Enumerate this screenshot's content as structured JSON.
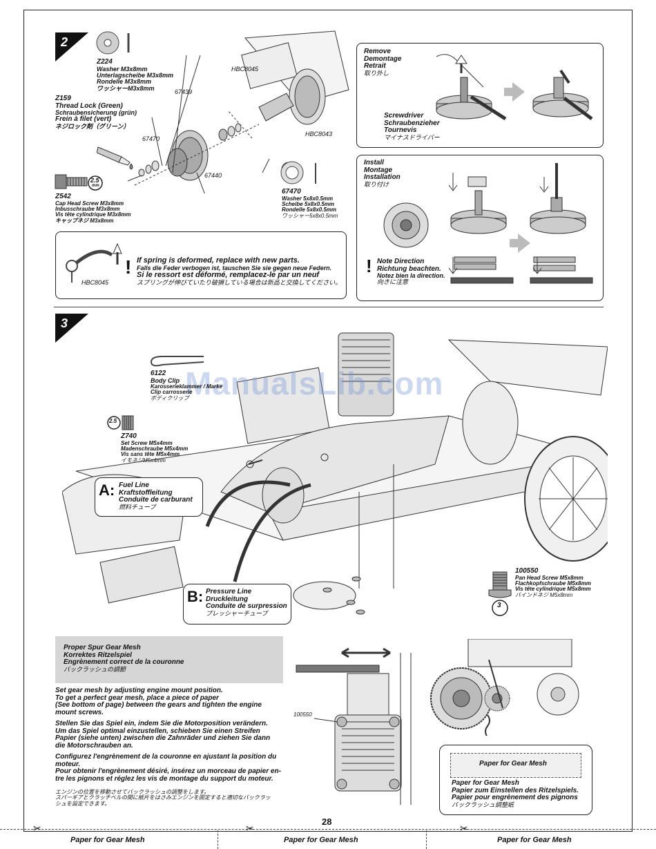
{
  "step2": {
    "number": "2",
    "z224": {
      "code": "Z224",
      "lines": [
        "Washer M3x8mm",
        "Unterlagscheibe M3x8mm",
        "Rondelle M3x8mm",
        "ワッシャーM3x8mm"
      ]
    },
    "z159": {
      "code": "Z159",
      "lines": [
        "Thread Lock (Green)",
        "Schraubensicherung (grün)",
        "Frein à filet (vert)",
        "ネジロック剤（グリーン）"
      ]
    },
    "z542": {
      "code": "Z542",
      "lines": [
        "Cap Head Screw M3x8mm",
        "Inbusschraube M3x8mm",
        "Vis tête cylindrique M3x8mm",
        "キャップネジ M3x8mm"
      ]
    },
    "part_67470": {
      "code": "67470",
      "lines": [
        "Washer 5x8x0.5mm",
        "Scheibe 5x8x0.5mm",
        "Rondelle 5x8x0.5mm",
        "ワッシャー5x8x0.5mm"
      ]
    },
    "callouts": {
      "hbc8045": "HBC8045",
      "hbc8043": "HBC8043",
      "p67439": "67439",
      "p67470": "67470",
      "p67440": "67440",
      "wrench": "2.5",
      "wrench_unit": "mm"
    },
    "spring_note": {
      "ref": "HBC8045",
      "lines": [
        "If spring is deformed, replace with new parts.",
        "Falls die Feder verbogen ist, tauschen Sie sie gegen neue Federn.",
        "Si le ressort est déformé, remplacez-le par un neuf",
        "スプリングが伸びていたり破損している場合は新品と交換してください。"
      ]
    },
    "remove": {
      "title": [
        "Remove",
        "Demontage",
        "Retrait",
        "取り外し"
      ],
      "tool": [
        "Screwdriver",
        "Schraubenzieher",
        "Tournevis",
        "マイナスドライバー"
      ]
    },
    "install": {
      "title": [
        "Install",
        "Montage",
        "Installation",
        "取り付け"
      ],
      "direction": [
        "Note Direction",
        "Richtung beachten.",
        "Notez bien la direction.",
        "向きに注意"
      ]
    }
  },
  "step3": {
    "number": "3",
    "watermark": "ManualsLib.com",
    "body_clip": {
      "code": "6122",
      "lines": [
        "Body Clip",
        "Karosserieklammer / Marke",
        "Clip carrosserie",
        "ボディクリップ"
      ]
    },
    "z740": {
      "code": "Z740",
      "wrench": "2.5",
      "lines": [
        "Set Screw M5x4mm",
        "Madenschraube M5x4mm",
        "Vis sans tête M5x4mm",
        "イモネジM5x4mm"
      ]
    },
    "fuel_line": {
      "letter": "A:",
      "lines": [
        "Fuel Line",
        "Kraftstoffleitung",
        "Conduite de carburant",
        "燃料チューブ"
      ]
    },
    "pressure_line": {
      "letter": "B:",
      "lines": [
        "Pressure Line",
        "Druckleitung",
        "Conduite de surpression",
        "プレッシャーチューブ"
      ]
    },
    "p100550": {
      "code": "100550",
      "wrench": "3",
      "lines": [
        "Pan Head Screw M5x8mm",
        "Flachkopfschraube M5x8mm",
        "Vis tête cylindrique M5x8mm",
        "バインドネジ M5x8mm"
      ]
    }
  },
  "gear_mesh": {
    "header": [
      "Proper Spur Gear Mesh",
      "Korrektes Ritzelspiel",
      "Engrènement correct de la couronne",
      "バックラッシュの調節"
    ],
    "en": [
      "Set gear mesh by adjusting engine mount position.",
      "To get a perfect gear mesh, place a piece of paper",
      "(See bottom of page) between the gears and tighten the engine",
      "mount screws."
    ],
    "de": [
      "Stellen Sie das Spiel ein, indem Sie die Motorposition verändern.",
      "Um das Spiel optimal einzustellen, schieben Sie einen Streifen",
      "Papier (siehe unten) zwischen die Zahnräder und ziehen Sie dann",
      "die Motorschrauben an."
    ],
    "fr": [
      "Configurez l'engrènement de la couronne en ajustant la position du",
      "moteur.",
      "Pour obtenir l'engrènement désiré, insérez un morceau de papier en-",
      "tre les pignons et réglez les vis de montage du support du moteur."
    ],
    "jp": [
      "エンジンの位置を移動させてバックラッシュの調整をします。",
      "スパーギアとクラッチベルの間に紙片をはさみエンジンを固定すると適切なバックラッ",
      "シュを設定できます。"
    ],
    "callout": "100550",
    "paper_box": "Paper for Gear Mesh",
    "paper_text": [
      "Paper for Gear Mesh",
      "Papier zum Einstellen des Ritzelspiels.",
      "Papier pour engrènement des pignons",
      "バックラッシュ調整紙"
    ]
  },
  "page_number": "28",
  "bottom_strip": [
    "Paper for Gear Mesh",
    "Paper for Gear Mesh",
    "Paper for Gear Mesh"
  ]
}
